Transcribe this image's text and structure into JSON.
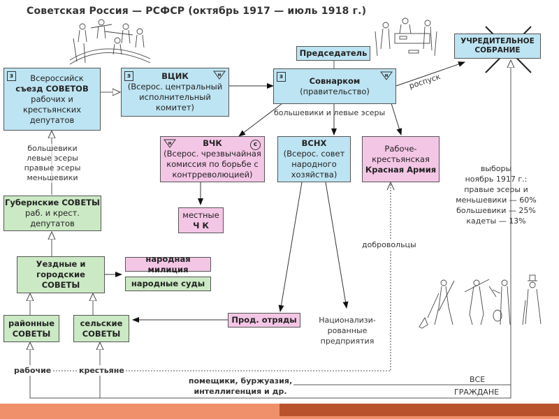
{
  "title": "Советская Россия — РСФСР (октябрь 1917 — июль 1918 г.)",
  "markers": {
    "z": "з",
    "n": "н",
    "s": "с"
  },
  "boxes": {
    "congress": {
      "line1": "Всероссийск",
      "line2": "съезд СОВЕТОВ",
      "line3": "рабочих и",
      "line4": "крестьянских",
      "line5": "депутатов",
      "color": "#bde4f2"
    },
    "vtsik": {
      "line1": "ВЦИК",
      "line2": "(Всерос. центральный",
      "line3": "исполнительный",
      "line4": "комитет)",
      "color": "#bde4f2"
    },
    "chairman": {
      "line1": "Председатель",
      "color": "#bde4f2"
    },
    "sovnarkom": {
      "line1": "Совнарком",
      "line2": "(правительство)",
      "color": "#bde4f2"
    },
    "constituent": {
      "line1": "УЧРЕДИТЕЛЬНОЕ",
      "line2": "СОБРАНИЕ",
      "color": "#bde4f2",
      "crossed": true
    },
    "vchk": {
      "line1": "ВЧК",
      "line2": "(Всерос. чрезвычайная",
      "line3": "комиссия по борьбе с",
      "line4": "контрреволюцией)",
      "color": "#f4c6e6"
    },
    "vsnh": {
      "line1": "ВСНХ",
      "line2": "(Всерос. совет",
      "line3": "народного",
      "line4": "хозяйства)",
      "color": "#bde4f2"
    },
    "army": {
      "line1": "Рабоче-",
      "line2": "крестьянская",
      "line3": "Красная Армия",
      "color": "#f4c6e6"
    },
    "local_chk": {
      "line1": "местные",
      "line2": "Ч К",
      "color": "#f4c6e6"
    },
    "gubernia": {
      "line1": "Губернские СОВЕТЫ",
      "line2": "раб. и крест.",
      "line3": "депутатов",
      "color": "#cbe9c4"
    },
    "uezd": {
      "line1": "Уездные и",
      "line2": "городские",
      "line3": "СОВЕТЫ",
      "color": "#cbe9c4"
    },
    "militia": {
      "line1": "народная милиция",
      "color": "#f4c6e6"
    },
    "courts": {
      "line1": "народные суды",
      "color": "#cbe9c4"
    },
    "district": {
      "line1": "районные",
      "line2": "СОВЕТЫ",
      "color": "#cbe9c4"
    },
    "village": {
      "line1": "сельские",
      "line2": "СОВЕТЫ",
      "color": "#cbe9c4"
    },
    "food_squads": {
      "line1": "Прод. отряды",
      "color": "#f4c6e6"
    }
  },
  "labels": {
    "parties": [
      "большевики",
      "левые эсеры",
      "правые эсеры",
      "меньшевики"
    ],
    "coalition": "большевики и левые эсеры",
    "dissolution": "роспуск",
    "elections": [
      "выборы",
      "ноябрь 1917 г.:",
      "правые эсеры и",
      "меньшевики — 60%",
      "большевики — 25%",
      "кадеты — 13%"
    ],
    "volunteers": "добровольцы",
    "nationalized": [
      "Национализи-",
      "рованные",
      "предприятия"
    ],
    "workers": "рабочие",
    "peasants": "крестьяне",
    "others": [
      "помещики, буржуазия,",
      "интеллигенция и др."
    ],
    "all_citizens": [
      "ВСЕ",
      "ГРАЖДАНЕ"
    ]
  },
  "election_results": [
    {
      "party": "правые эсеры и меньшевики",
      "percent": 60
    },
    {
      "party": "большевики",
      "percent": 25
    },
    {
      "party": "кадеты",
      "percent": 13
    }
  ],
  "footer": {
    "left_color": "#f0906a",
    "right_color": "#b9532e"
  }
}
